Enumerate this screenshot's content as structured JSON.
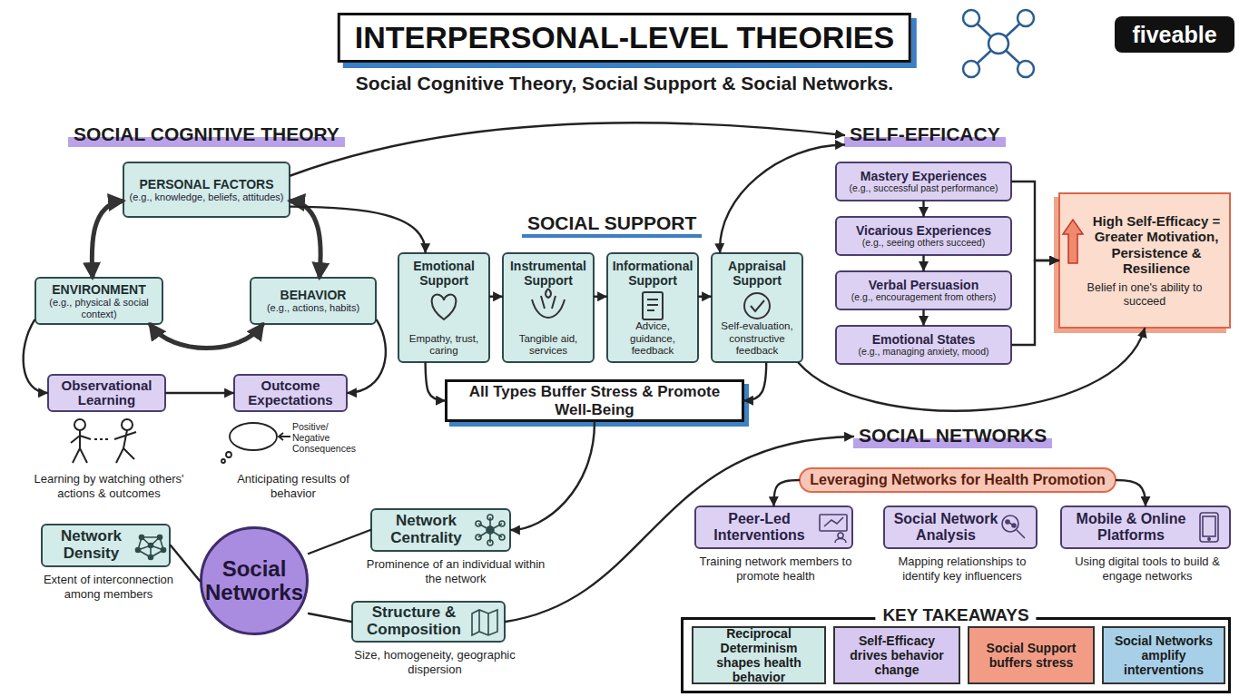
{
  "diagram": {
    "title": "INTERPERSONAL-LEVEL THEORIES",
    "nodes": [
      {
        "text": [
          "SOCIAL COGNITIVE THEORY"
        ]
      },
      {
        "text": [
          "PERSONAL FACTORS",
          "(e.g., knowledge, beliefs, attitudes)"
        ]
      },
      {
        "text": [
          "ENVIRONMENT",
          "(e.g., physical & social context)"
        ]
      },
      {
        "text": [
          "BEHAVIOR",
          "(e.g., actions, habits)"
        ]
      },
      {
        "text": [
          "Observational Learning",
          "Learning by watching others' actions & outcomes"
        ]
      },
      {
        "text": [
          "Outcome Expectations",
          "Anticipating results of behavior"
        ]
      },
      {
        "text": [
          "SOCIAL SUPPORT"
        ]
      },
      {
        "text": [
          "Emotional Support",
          "Empathy, trust, caring"
        ]
      },
      {
        "text": [
          "Instrumental Support",
          "Tangible aid, services"
        ]
      },
      {
        "text": [
          "Informational Support",
          "Advice, guidance, feedback"
        ]
      },
      {
        "text": [
          "Appraisal Support",
          "Self-evaluation, constructive feedback"
        ]
      },
      {
        "text": [
          "All Types Buffer Stress & Promote Well-Being"
        ]
      },
      {
        "text": [
          "SELF-EFFICACY"
        ]
      },
      {
        "text": [
          "Mastery Experiences",
          "(e.g., successful past performance)"
        ]
      },
      {
        "text": [
          "Vicarious Experiences",
          "(e.g., seeing others succeed)"
        ]
      },
      {
        "text": [
          "Verbal Persuasion",
          "(e.g., encouragement from others)"
        ]
      },
      {
        "text": [
          "Emotional States",
          "(e.g., managing anxiety, mood)"
        ]
      },
      {
        "text": [
          "High Self-Efficacy = Greater Motivation, Persistence & Resilience",
          "Belief in one's ability to succeed"
        ]
      },
      {
        "text": [
          "Social Networks"
        ]
      },
      {
        "text": [
          "Network Density",
          "Extent of interconnection among members"
        ]
      },
      {
        "text": [
          "Network Centrality",
          "Prominence of an individual within the network"
        ]
      },
      {
        "text": [
          "Structure & Composition",
          "Size, homogeneity, geographic dispersion"
        ]
      },
      {
        "text": [
          "SOCIAL NETWORKS"
        ]
      },
      {
        "text": [
          "Leveraging Networks for Health Promotion"
        ]
      },
      {
        "text": [
          "Peer-Led Interventions",
          "Training network members to promote health"
        ]
      },
      {
        "text": [
          "Social Network Analysis",
          "Mapping relationships to identify key influencers"
        ]
      },
      {
        "text": [
          "Mobile & Online Platforms",
          "Using digital tools to build & engage networks"
        ]
      },
      {
        "text": [
          "KEY TAKEAWAYS"
        ]
      },
      {
        "text": [
          "Reciprocal Determinism shapes health behavior"
        ],
        "in": 27
      },
      {
        "text": [
          "Self-Efficacy drives behavior change"
        ],
        "in": 27
      },
      {
        "text": [
          "Social Support buffers stress"
        ],
        "in": 27
      },
      {
        "text": [
          "Social Networks amplify interventions"
        ],
        "in": 27
      }
    ],
    "edges": [
      {
        "from": 1,
        "to": 2,
        "arrow": "both"
      },
      {
        "from": 1,
        "to": 3,
        "arrow": "both"
      },
      {
        "from": 2,
        "to": 3,
        "arrow": "both"
      },
      {
        "from": 2,
        "to": 4,
        "arrow": "to"
      },
      {
        "from": 3,
        "to": 5,
        "arrow": "to"
      },
      {
        "from": 4,
        "to": 5,
        "arrow": "to"
      },
      {
        "from": 1,
        "to": 12,
        "arrow": "to"
      },
      {
        "from": 1,
        "to": 7,
        "arrow": "to"
      },
      {
        "from": 7,
        "to": 8,
        "arrow": "to"
      },
      {
        "from": 8,
        "to": 9,
        "arrow": "to"
      },
      {
        "from": 9,
        "to": 10,
        "arrow": "to"
      },
      {
        "from": 7,
        "to": 11,
        "arrow": "to"
      },
      {
        "from": 10,
        "to": 11,
        "arrow": "to"
      },
      {
        "from": 10,
        "to": 12,
        "arrow": "both"
      },
      {
        "from": 13,
        "to": 14,
        "arrow": "to"
      },
      {
        "from": 14,
        "to": 15,
        "arrow": "to"
      },
      {
        "from": 15,
        "to": 16,
        "arrow": "to"
      },
      {
        "from": 13,
        "to": 17,
        "arrow": "to"
      },
      {
        "from": 16,
        "to": 17,
        "arrow": "to"
      },
      {
        "from": 10,
        "to": 17,
        "arrow": "to"
      },
      {
        "from": 11,
        "to": 20,
        "arrow": "to"
      },
      {
        "from": 18,
        "to": 19,
        "arrow": "none"
      },
      {
        "from": 18,
        "to": 20,
        "arrow": "none"
      },
      {
        "from": 18,
        "to": 21,
        "arrow": "none"
      },
      {
        "from": 21,
        "to": 22,
        "arrow": "to"
      },
      {
        "from": 23,
        "to": 24,
        "arrow": "to"
      },
      {
        "from": 23,
        "to": 26,
        "arrow": "to"
      }
    ],
    "labels": [
      "Social Cognitive Theory, Social Support & Social Networks.",
      "fiveable",
      "+/−",
      "Positive/ Negative Consequences"
    ]
  }
}
